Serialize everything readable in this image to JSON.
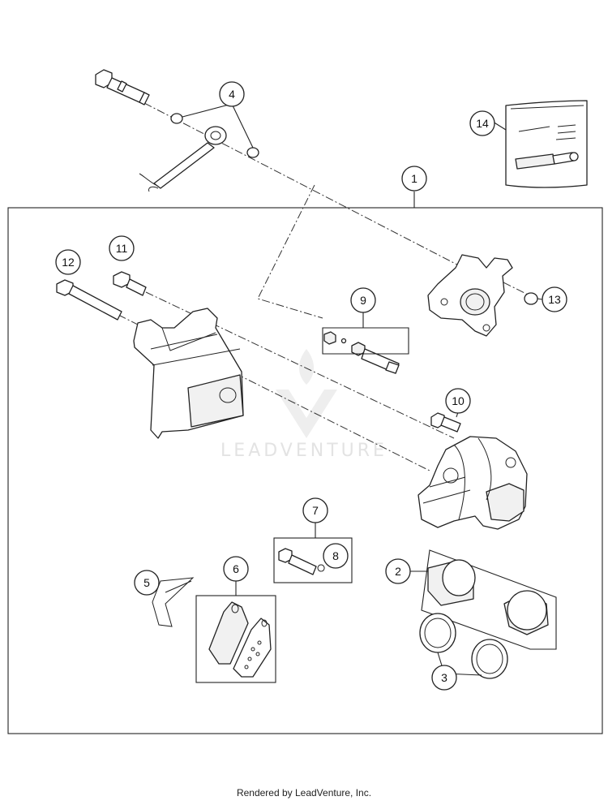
{
  "callouts": {
    "c1": "1",
    "c2": "2",
    "c3": "3",
    "c4": "4",
    "c5": "5",
    "c6": "6",
    "c7": "7",
    "c8": "8",
    "c9": "9",
    "c10": "10",
    "c11": "11",
    "c12": "12",
    "c13": "13",
    "c14": "14"
  },
  "watermark": "LEADVENTURE",
  "footer": "Rendered by LeadVenture, Inc."
}
